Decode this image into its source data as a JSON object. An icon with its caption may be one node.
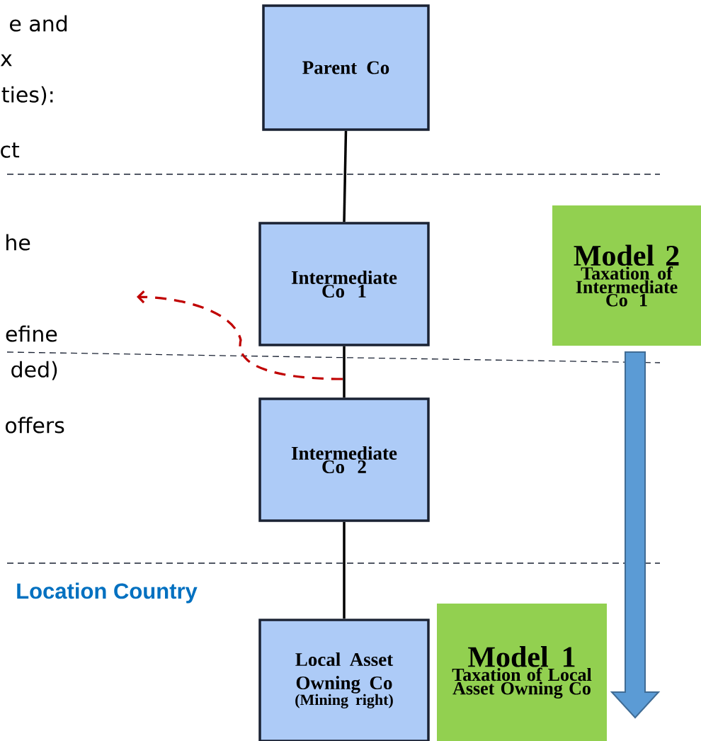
{
  "diagram": {
    "nodes": [
      {
        "text": [
          "Parent Co"
        ]
      },
      {
        "text": [
          "Intermediate Co 1"
        ]
      },
      {
        "text": [
          "Intermediate Co 2"
        ]
      },
      {
        "text": [
          "Local Asset Owning Co",
          "(Mining right)"
        ]
      },
      {
        "text": [
          "Model 2",
          "Taxation of Intermediate Co 1"
        ]
      },
      {
        "text": [
          "Model 1",
          "Taxation of Local Asset Owning Co"
        ]
      }
    ],
    "edges": [
      {
        "from": 0,
        "to": 1,
        "arrow": "none"
      },
      {
        "from": 1,
        "to": 2,
        "arrow": "none"
      },
      {
        "from": 2,
        "to": 3,
        "arrow": "none"
      },
      {
        "from": 4,
        "to": null,
        "arrow": "to",
        "style": "thick",
        "color": "#5b9bd5"
      }
    ],
    "labels": [
      "e and",
      "x",
      "ties):",
      "ct",
      "he",
      "efine",
      "ded)",
      "offers",
      "Location Country"
    ]
  }
}
